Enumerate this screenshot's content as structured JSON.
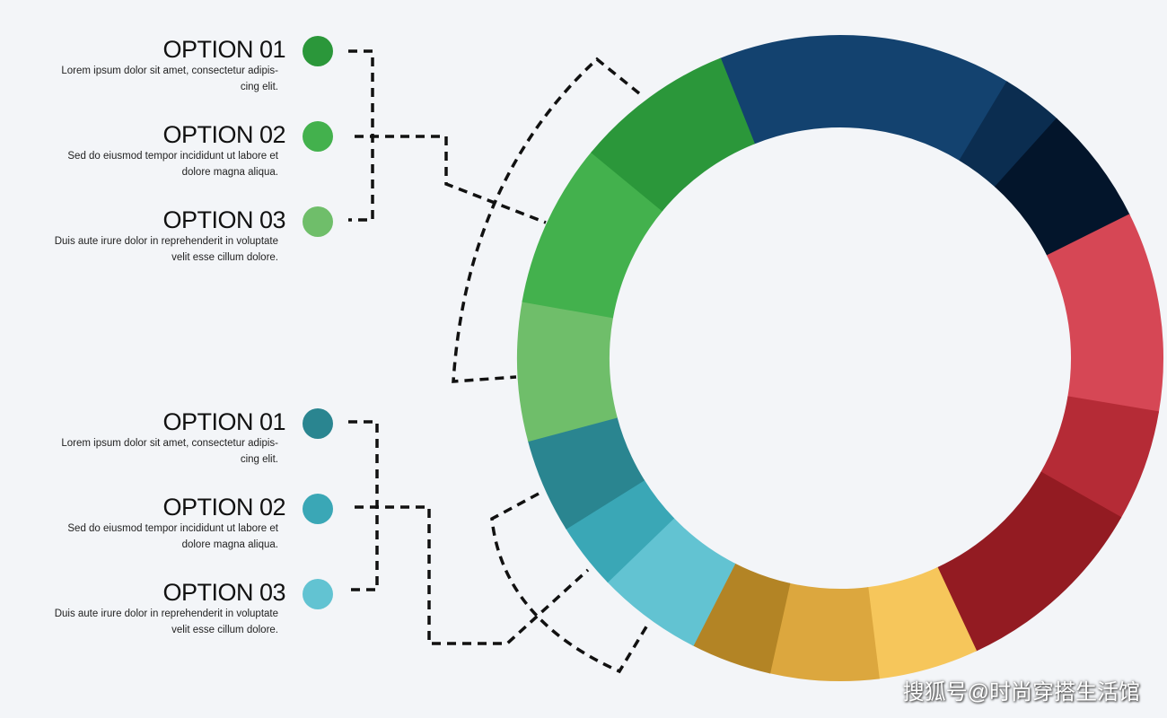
{
  "groups": [
    {
      "items": [
        {
          "title": "OPTION 01",
          "desc": "Lorem ipsum dolor sit amet, consectetur adipis-\ncing elit.",
          "color": "#2b973a"
        },
        {
          "title": "OPTION 02",
          "desc": "Sed do eiusmod tempor incididunt ut labore et\ndolore magna aliqua.",
          "color": "#43b14d"
        },
        {
          "title": "OPTION 03",
          "desc": "Duis aute irure dolor in reprehenderit in voluptate\nvelit esse cillum dolore.",
          "color": "#6fbe6a"
        }
      ]
    },
    {
      "items": [
        {
          "title": "OPTION 01",
          "desc": "Lorem ipsum dolor sit amet, consectetur adipis-\ncing elit.",
          "color": "#2a8590"
        },
        {
          "title": "OPTION 02",
          "desc": "Sed do eiusmod tempor incididunt ut labore et\ndolore magna aliqua.",
          "color": "#3aa7b6"
        },
        {
          "title": "OPTION 03",
          "desc": "Duis aute irure dolor in reprehenderit in voluptate\nvelit esse cillum dolore.",
          "color": "#62c3d2"
        }
      ]
    }
  ],
  "ring_segments": [
    {
      "start_deg": 338,
      "end_deg": 391,
      "color": "#13426f"
    },
    {
      "start_deg": 31,
      "end_deg": 42,
      "color": "#0b2d50"
    },
    {
      "start_deg": 42,
      "end_deg": 63.5,
      "color": "#03152b"
    },
    {
      "start_deg": 63.5,
      "end_deg": 99.5,
      "color": "#d64755"
    },
    {
      "start_deg": 99.5,
      "end_deg": 119.5,
      "color": "#b52b36"
    },
    {
      "start_deg": 119.5,
      "end_deg": 155,
      "color": "#931b22"
    },
    {
      "start_deg": 155,
      "end_deg": 173,
      "color": "#f6c65b"
    },
    {
      "start_deg": 173,
      "end_deg": 192.5,
      "color": "#dca73e"
    },
    {
      "start_deg": 192.5,
      "end_deg": 207,
      "color": "#b38425"
    },
    {
      "start_deg": 207,
      "end_deg": 226,
      "color": "#62c3d2"
    },
    {
      "start_deg": 226,
      "end_deg": 238,
      "color": "#3aa7b6"
    },
    {
      "start_deg": 238,
      "end_deg": 255,
      "color": "#2a8590"
    },
    {
      "start_deg": 255,
      "end_deg": 280,
      "color": "#6fbe6a"
    },
    {
      "start_deg": 280,
      "end_deg": 309.5,
      "color": "#43b14d"
    },
    {
      "start_deg": 309.5,
      "end_deg": 338,
      "color": "#2b973a"
    }
  ],
  "watermark": "搜狐号@时尚穿搭生活馆"
}
